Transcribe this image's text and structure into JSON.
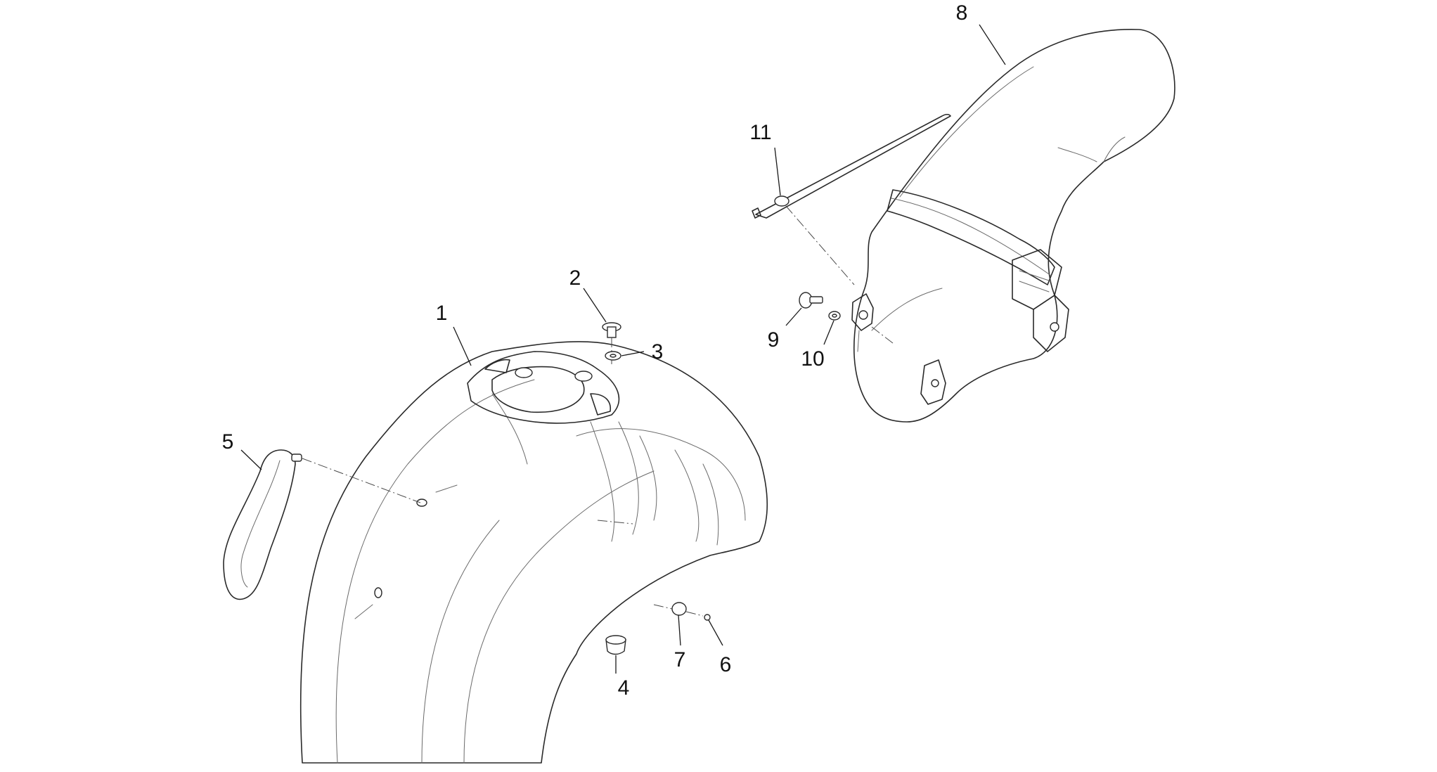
{
  "diagram": {
    "colors": {
      "line": "#2a2a2a",
      "fine_line": "#6a6a6a",
      "label": "#111111",
      "background": "#ffffff"
    },
    "callouts": [
      {
        "id": "1",
        "label": "1"
      },
      {
        "id": "2",
        "label": "2"
      },
      {
        "id": "3",
        "label": "3"
      },
      {
        "id": "4",
        "label": "4"
      },
      {
        "id": "5",
        "label": "5"
      },
      {
        "id": "6",
        "label": "6"
      },
      {
        "id": "7",
        "label": "7"
      },
      {
        "id": "8",
        "label": "8"
      },
      {
        "id": "9",
        "label": "9"
      },
      {
        "id": "10",
        "label": "10"
      },
      {
        "id": "11",
        "label": "11"
      }
    ]
  }
}
